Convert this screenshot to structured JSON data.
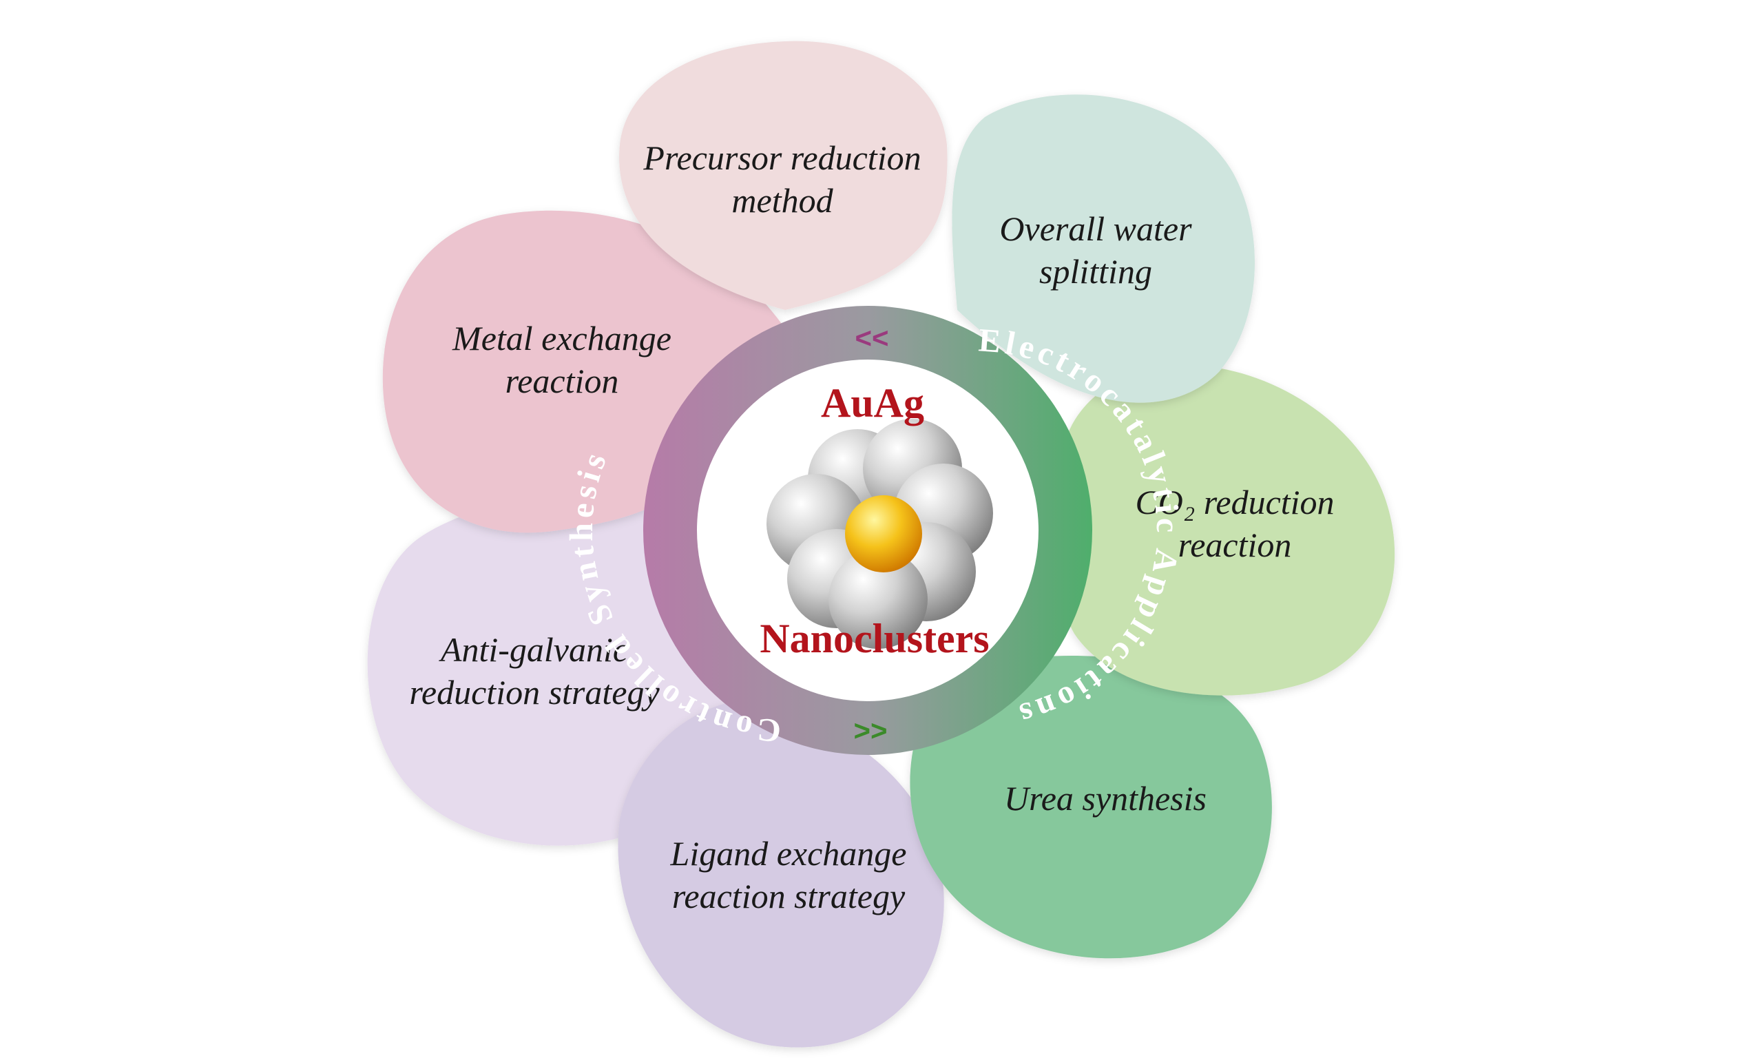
{
  "center": {
    "title_top": "AuAg",
    "title_bottom": "Nanoclusters",
    "title_color": "#b3141c"
  },
  "ring": {
    "left_text": "Controlled Synthesis",
    "right_text": "Electrocatalytic Applications",
    "arrow_top": "<<",
    "arrow_bottom": ">>",
    "arrow_top_color": "#9a3a7e",
    "arrow_bottom_color": "#3b8a2a",
    "left_color": "#b77aa6",
    "right_color": "#5aae73"
  },
  "petals": [
    {
      "id": "precursor",
      "line1": "Precursor reduction",
      "line2": "method",
      "color": "#f0dcdd"
    },
    {
      "id": "water",
      "line1": "Overall water",
      "line2": "splitting",
      "color": "#cfe5de"
    },
    {
      "id": "co2",
      "line1": "CO₂ reduction",
      "line2": "reaction",
      "color": "#c8e2b0"
    },
    {
      "id": "urea",
      "line1": "Urea synthesis",
      "line2": "",
      "color": "#86c89c"
    },
    {
      "id": "ligand",
      "line1": "Ligand exchange",
      "line2": "reaction strategy",
      "color": "#d5cbe3"
    },
    {
      "id": "antigalvanic",
      "line1": "Anti-galvanic",
      "line2": "reduction strategy",
      "color": "#e6dbed"
    },
    {
      "id": "metal",
      "line1": "Metal exchange",
      "line2": "reaction",
      "color": "#ecc4cf"
    }
  ]
}
